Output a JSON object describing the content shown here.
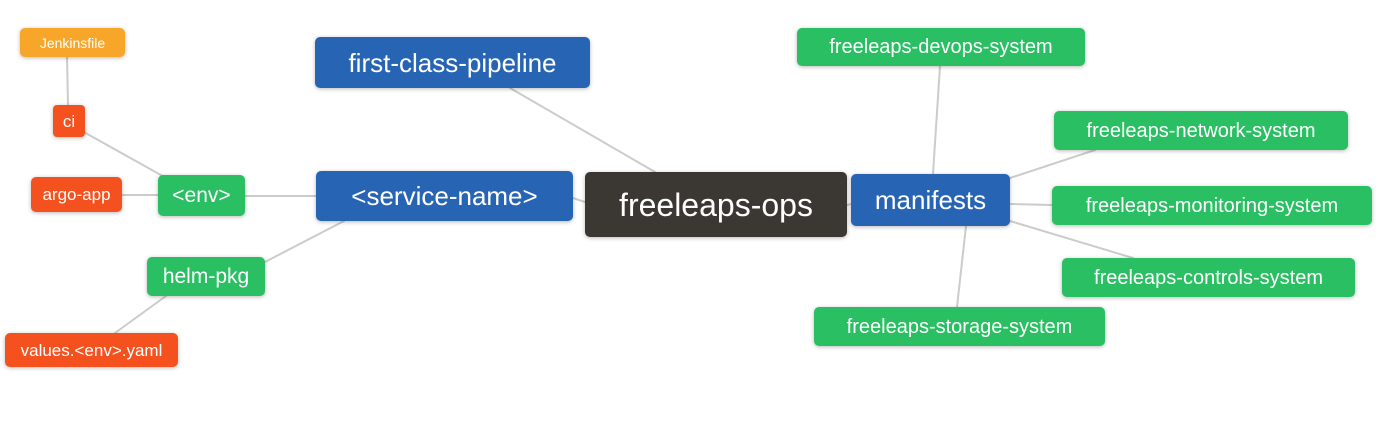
{
  "diagram": {
    "type": "mindmap",
    "palette": {
      "root_node": "#3b3733",
      "primary_node": "#2765b4",
      "green_node": "#2abf63",
      "red_node": "#f4511e",
      "orange_node": "#f7a629",
      "edge_line": "#cccccc",
      "node_text": "#ffffff",
      "background": "#ffffff"
    },
    "nodes": [
      {
        "id": "jenkinsfile",
        "label": "Jenkinsfile",
        "color": "#f7a629"
      },
      {
        "id": "ci",
        "label": "ci",
        "color": "#f4511e"
      },
      {
        "id": "argo-app",
        "label": "argo-app",
        "color": "#f4511e"
      },
      {
        "id": "env",
        "label": "<env>",
        "color": "#2abf63"
      },
      {
        "id": "helm-pkg",
        "label": "helm-pkg",
        "color": "#2abf63"
      },
      {
        "id": "values-env-yaml",
        "label": "values.<env>.yaml",
        "color": "#f4511e"
      },
      {
        "id": "first-class-pipeline",
        "label": "first-class-pipeline",
        "color": "#2765b4"
      },
      {
        "id": "service-name",
        "label": "<service-name>",
        "color": "#2765b4"
      },
      {
        "id": "freeleaps-ops",
        "label": "freeleaps-ops",
        "color": "#3b3733"
      },
      {
        "id": "manifests",
        "label": "manifests",
        "color": "#2765b4"
      },
      {
        "id": "freeleaps-devops-system",
        "label": "freeleaps-devops-system",
        "color": "#2abf63"
      },
      {
        "id": "freeleaps-network-system",
        "label": "freeleaps-network-system",
        "color": "#2abf63"
      },
      {
        "id": "freeleaps-monitoring-system",
        "label": "freeleaps-monitoring-system",
        "color": "#2abf63"
      },
      {
        "id": "freeleaps-controls-system",
        "label": "freeleaps-controls-system",
        "color": "#2abf63"
      },
      {
        "id": "freeleaps-storage-system",
        "label": "freeleaps-storage-system",
        "color": "#2abf63"
      }
    ],
    "edges": [
      {
        "from": "jenkinsfile",
        "to": "ci"
      },
      {
        "from": "ci",
        "to": "env"
      },
      {
        "from": "argo-app",
        "to": "env"
      },
      {
        "from": "env",
        "to": "service-name"
      },
      {
        "from": "helm-pkg",
        "to": "service-name"
      },
      {
        "from": "values-env-yaml",
        "to": "helm-pkg"
      },
      {
        "from": "first-class-pipeline",
        "to": "freeleaps-ops"
      },
      {
        "from": "service-name",
        "to": "freeleaps-ops"
      },
      {
        "from": "freeleaps-ops",
        "to": "manifests"
      },
      {
        "from": "manifests",
        "to": "freeleaps-devops-system"
      },
      {
        "from": "manifests",
        "to": "freeleaps-network-system"
      },
      {
        "from": "manifests",
        "to": "freeleaps-monitoring-system"
      },
      {
        "from": "manifests",
        "to": "freeleaps-controls-system"
      },
      {
        "from": "manifests",
        "to": "freeleaps-storage-system"
      }
    ]
  }
}
